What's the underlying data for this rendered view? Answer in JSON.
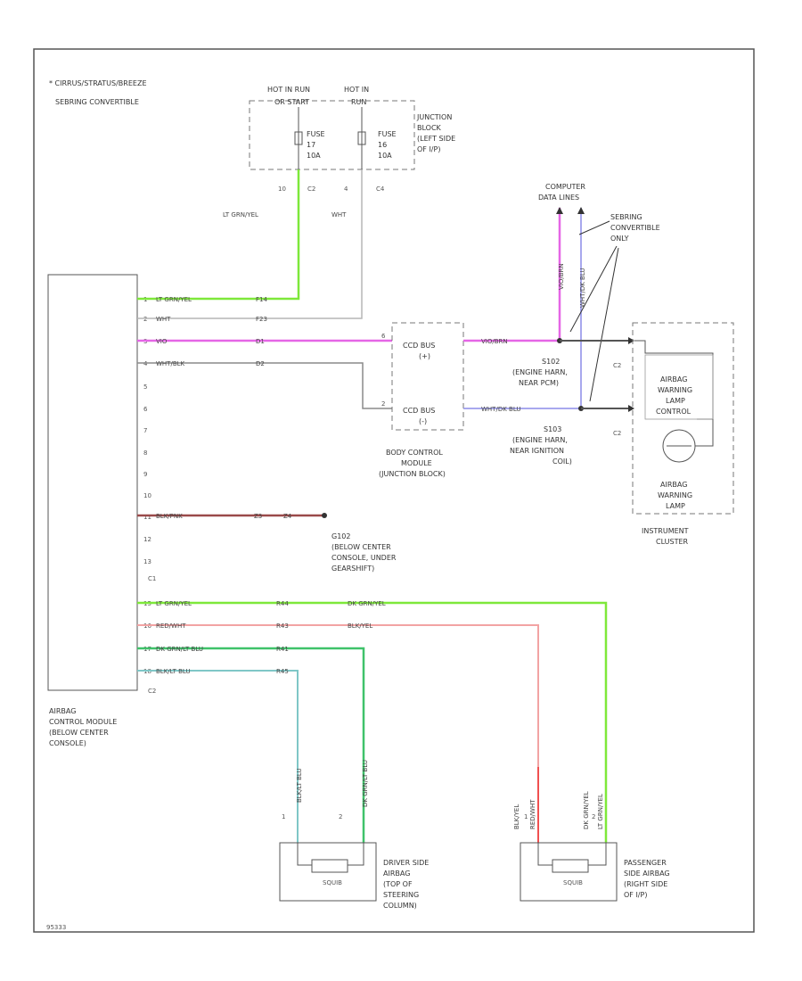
{
  "note": {
    "line1": "* CIRRUS/STRATUS/BREEZE",
    "line2": "SEBRING CONVERTIBLE"
  },
  "fuses": {
    "hot_label1": "HOT IN RUN",
    "hot_label1b": "OR START",
    "hot_label2": "HOT IN",
    "hot_label2b": "RUN",
    "fuse17_l1": "FUSE",
    "fuse17_l2": "17",
    "fuse17_l3": "10A",
    "fuse16_l1": "FUSE",
    "fuse16_l2": "16",
    "fuse16_l3": "10A",
    "jb_l1": "JUNCTION",
    "jb_l2": "BLOCK",
    "jb_l3": "(LEFT SIDE",
    "jb_l4": "OF I/P)",
    "pin_a": "10",
    "conn_a": "C2",
    "pin_b": "4",
    "conn_b": "C4"
  },
  "wires": {
    "fuse_lt": "LT GRN/YEL",
    "fuse_wht": "WHT",
    "acm1": "LT GRN/YEL",
    "acm1_c": "F14",
    "acm2": "WHT",
    "acm2_c": "F23",
    "acm3": "VIO",
    "acm3_c": "D1",
    "acm4": "WHT/BLK",
    "acm4_c": "D2",
    "gnd": "BLK/PNK",
    "gnd_c1": "Z3",
    "gnd_c2": "Z4",
    "acm15": "LT GRN/YEL",
    "acm15_c": "R44",
    "acm15_r": "DK GRN/YEL",
    "acm16": "RED/WHT",
    "acm16_c": "R43",
    "acm16_r": "BLK/YEL",
    "acm17": "DK GRN/LT BLU",
    "acm17_c": "R41",
    "acm18": "BLK/LT BLU",
    "acm18_c": "R45",
    "ccd1": "VIO/BRN",
    "ccd2": "WHT/DK BLU",
    "vert_vio": "VIO/BRN",
    "vert_wht": "WHT/DK BLU",
    "drv1": "BLK/LT BLU",
    "drv2": "DK GRN/LT BLU",
    "pas1": "BLK/YEL",
    "pas2": "RED/WHT",
    "pas3": "DK GRN/YEL",
    "pas4": "LT GRN/YEL"
  },
  "acm_pins": [
    "1",
    "2",
    "3",
    "4",
    "5",
    "6",
    "7",
    "8",
    "9",
    "10",
    "11",
    "12",
    "13"
  ],
  "acm_pins_c2": [
    "15",
    "16",
    "17",
    "18"
  ],
  "acm_c1": "C1",
  "acm_c2": "C2",
  "acm": {
    "l1": "AIRBAG",
    "l2": "CONTROL MODULE",
    "l3": "(BELOW CENTER",
    "l4": "CONSOLE)"
  },
  "bcm": {
    "bus1": "CCD BUS",
    "bus1b": "(+)",
    "bus2": "CCD BUS",
    "bus2b": "(-)",
    "p1": "6",
    "p2": "2",
    "l1": "BODY CONTROL",
    "l2": "MODULE",
    "l3": "(JUNCTION BLOCK)"
  },
  "computer": {
    "l1": "COMPUTER",
    "l2": "DATA LINES"
  },
  "sebring": {
    "l1": "SEBRING",
    "l2": "CONVERTIBLE",
    "l3": "ONLY"
  },
  "splice1": {
    "id": "S102",
    "l1": "(ENGINE HARN,",
    "l2": "NEAR PCM)"
  },
  "splice2": {
    "id": "S103",
    "l1": "(ENGINE HARN,",
    "l2": "NEAR IGNITION",
    "l3": "COIL)"
  },
  "cluster": {
    "c1": "C2",
    "c2": "C2",
    "l1": "AIRBAG",
    "l2": "WARNING",
    "l3": "LAMP",
    "l4": "CONTROL",
    "l5": "AIRBAG",
    "l6": "WARNING",
    "l7": "LAMP",
    "t1": "INSTRUMENT",
    "t2": "CLUSTER"
  },
  "ground": {
    "id": "G102",
    "l1": "(BELOW CENTER",
    "l2": "CONSOLE, UNDER",
    "l3": "GEARSHIFT)"
  },
  "driver": {
    "l1": "DRIVER SIDE",
    "l2": "AIRBAG",
    "l3": "(TOP OF",
    "l4": "STEERING",
    "l5": "COLUMN)",
    "p1": "1",
    "p2": "2",
    "sq": "SQUIB"
  },
  "passenger": {
    "l1": "PASSENGER",
    "l2": "SIDE AIRBAG",
    "l3": "(RIGHT SIDE",
    "l4": "OF I/P)",
    "p1": "1",
    "p2": "2",
    "sq": "SQUIB"
  },
  "footer": "95333",
  "colors": {
    "green": "#7ee83a",
    "violet": "#e566e6",
    "pink": "#f2a3a3",
    "red": "#f05050",
    "dkgreen": "#3fc26a",
    "teal": "#7fc7c7",
    "blue": "#8c8ce8",
    "gray": "#8a8a8a",
    "brown": "#9a4a4a",
    "dark": "#333333"
  }
}
